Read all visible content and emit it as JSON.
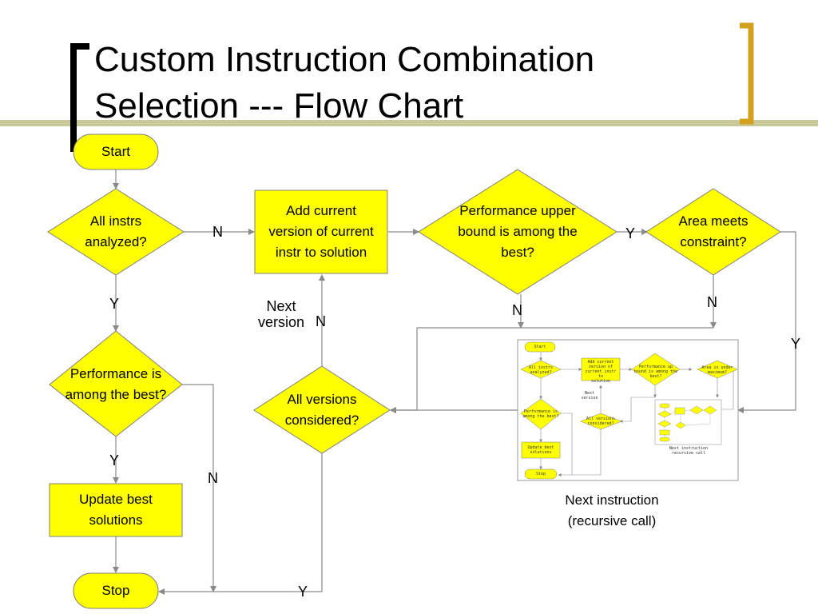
{
  "slide": {
    "title_line1": "Custom Instruction Combination",
    "title_line2": "Selection --- Flow Chart"
  },
  "colors": {
    "node_fill": "#FFFF00",
    "stroke": "#7F7F7F",
    "accent_gold": "#D4A11E",
    "accent_olive": "#C8C89A"
  },
  "nodes": {
    "start": "Start",
    "all_instrs": "All instrs\nanalyzed?",
    "add_current": "Add current\nversion of current\ninstr to solution",
    "perf_upper": "Performance upper\nbound is among the\nbest?",
    "area": "Area meets\nconstraint?",
    "perf_best": "Performance is\namong the best?",
    "all_versions": "All versions\nconsidered?",
    "update_best": "Update best\nsolutions",
    "stop": "Stop"
  },
  "edge_labels": {
    "n_all_instrs": "N",
    "y_all_instrs": "Y",
    "next_version": "Next\nversion",
    "n_all_versions": "N",
    "y_perf_upper": "Y",
    "n_perf_upper": "N",
    "n_area": "N",
    "y_area": "Y",
    "y_perf_best": "Y",
    "n_perf_best": "N",
    "y_all_versions": "Y"
  },
  "recursive": {
    "caption": "Next instruction\n(recursive call)",
    "mini_start": "Start",
    "mini_all_instrs": "All instrs\nanalyzed?",
    "mini_add_current": "Add current\nversion of\ncurrent instr to\nsolution",
    "mini_perf_upper": "Performance up\nbound is among the\nbest?",
    "mini_area": "Area is under\nmaximum?",
    "mini_perf_best": "Performance is\namong the best?",
    "mini_all_versions": "All versions\nconsidered?",
    "mini_update_best": "Update best\nsolutions",
    "mini_stop": "Stop",
    "mini_next_version": "Next\nversion",
    "mini_caption": "Next instruction\nrecursive call"
  }
}
